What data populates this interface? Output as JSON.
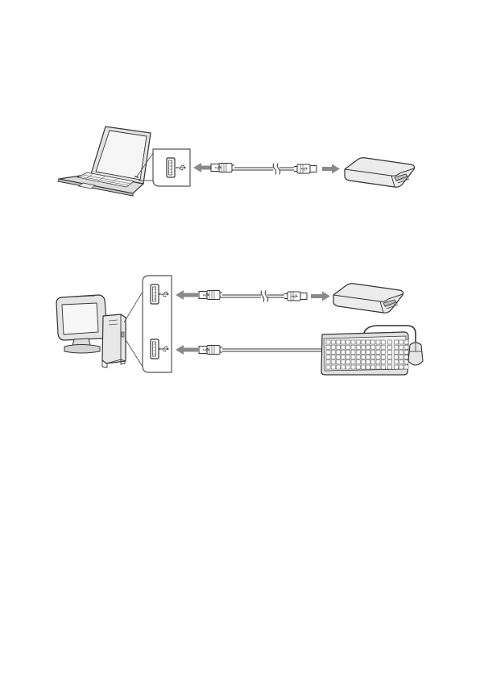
{
  "colors": {
    "line": "#3a3a3a",
    "arrow": "#8a8a8a",
    "device_fill": "#e6e6e6",
    "device_dark": "#b9b9b9",
    "screen": "#f4f4f4",
    "background": "#ffffff"
  },
  "icons": {
    "usb_symbol": "usb-icon"
  },
  "diagrams": [
    {
      "name": "laptop-connection",
      "source_device": "laptop",
      "ports": [
        "usb-port"
      ],
      "cable": "usb-cable-a-to-b",
      "target_device": "card-reader"
    },
    {
      "name": "desktop-connection",
      "source_device": "desktop-pc",
      "ports": [
        "usb-port-upper",
        "usb-port-lower"
      ],
      "cables": [
        "usb-cable-a-to-b",
        "keyboard-usb-cable"
      ],
      "target_devices": [
        "card-reader",
        "keyboard-and-mouse"
      ]
    }
  ]
}
